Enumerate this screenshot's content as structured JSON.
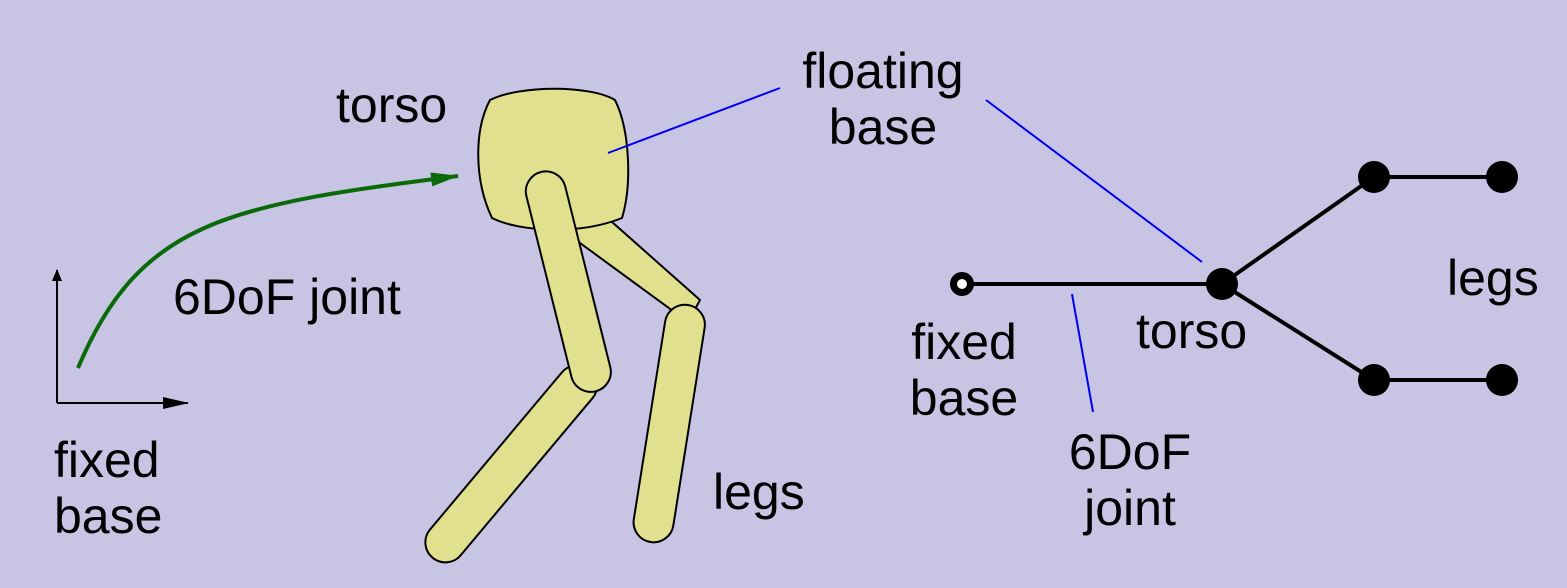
{
  "labels": {
    "torso_left": "torso",
    "floating_base": [
      "floating",
      "base"
    ],
    "six_dof_left": "6DoF joint",
    "fixed_base_left": [
      "fixed",
      "base"
    ],
    "legs_left": "legs",
    "fixed_base_right": [
      "fixed",
      "base"
    ],
    "torso_right": "torso",
    "six_dof_right": [
      "6DoF",
      "joint"
    ],
    "legs_right": "legs"
  },
  "colors": {
    "background": "#c8c4e4",
    "body_fill": "#e0e08e",
    "arrow_green": "#0a6a0a",
    "pointer_blue": "#0000ee",
    "ink": "#000000"
  }
}
